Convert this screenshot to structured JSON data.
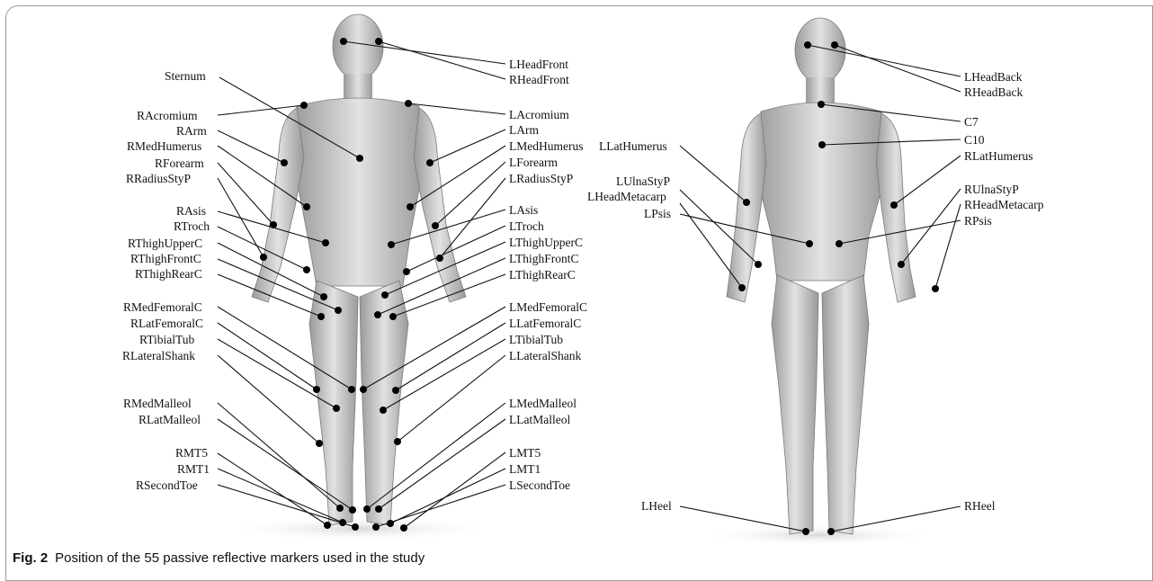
{
  "caption": {
    "label": "Fig. 2",
    "text": "Position of the 55 passive reflective markers used in the study"
  },
  "front_view": {
    "left_labels": [
      "Sternum",
      "RAcromium",
      "RArm",
      "RMedHumerus",
      "RForearm",
      "RRadiusStyP",
      "RAsis",
      "RTroch",
      "RThighUpperC",
      "RThighFrontC",
      "RThighRearC",
      "RMedFemoralC",
      "RLatFemoralC",
      "RTibialTub",
      "RLateralShank",
      "RMedMalleol",
      "RLatMalleol",
      "RMT5",
      "RMT1",
      "RSecondToe"
    ],
    "right_labels": [
      "LHeadFront",
      "RHeadFront",
      "LAcromium",
      "LArm",
      "LMedHumerus",
      "LForearm",
      "LRadiusStyP",
      "LAsis",
      "LTroch",
      "LThighUpperC",
      "LThighFrontC",
      "LThighRearC",
      "LMedFemoralC",
      "LLatFemoralC",
      "LTibialTub",
      "LLateralShank",
      "LMedMalleol",
      "LLatMalleol",
      "LMT5",
      "LMT1",
      "LSecondToe"
    ]
  },
  "back_view": {
    "left_labels": [
      "LLatHumerus",
      "LUlnaStyP",
      "LHeadMetacarp",
      "LPsis",
      "LHeel"
    ],
    "right_labels": [
      "LHeadBack",
      "RHeadBack",
      "C7",
      "C10",
      "RLatHumerus",
      "RUlnaStyP",
      "RHeadMetacarp",
      "RPsis",
      "RHeel"
    ]
  }
}
